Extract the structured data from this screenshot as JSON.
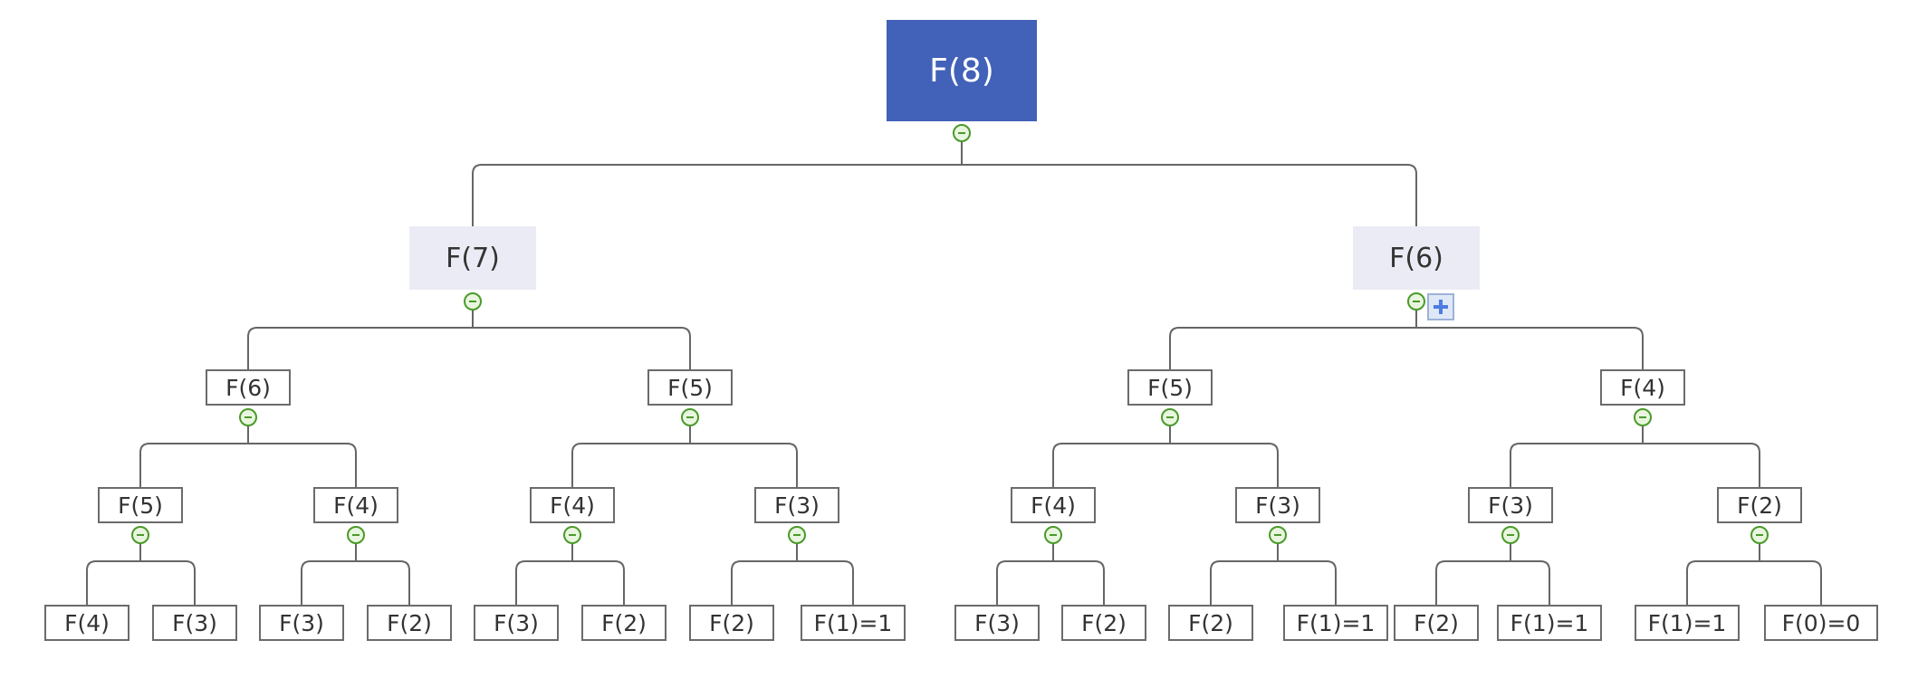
{
  "tree": {
    "label": "F(8)",
    "children": [
      {
        "label": "F(7)",
        "children": [
          {
            "label": "F(6)",
            "children": [
              {
                "label": "F(5)",
                "children": [
                  {
                    "label": "F(4)"
                  },
                  {
                    "label": "F(3)"
                  }
                ]
              },
              {
                "label": "F(4)",
                "children": [
                  {
                    "label": "F(3)"
                  },
                  {
                    "label": "F(2)"
                  }
                ]
              }
            ]
          },
          {
            "label": "F(5)",
            "children": [
              {
                "label": "F(4)",
                "children": [
                  {
                    "label": "F(3)"
                  },
                  {
                    "label": "F(2)"
                  }
                ]
              },
              {
                "label": "F(3)",
                "children": [
                  {
                    "label": "F(2)"
                  },
                  {
                    "label": "F(1)=1"
                  }
                ]
              }
            ]
          }
        ]
      },
      {
        "label": "F(6)",
        "children": [
          {
            "label": "F(5)",
            "children": [
              {
                "label": "F(4)",
                "children": [
                  {
                    "label": "F(3)"
                  },
                  {
                    "label": "F(2)"
                  }
                ]
              },
              {
                "label": "F(3)",
                "children": [
                  {
                    "label": "F(2)"
                  },
                  {
                    "label": "F(1)=1"
                  }
                ]
              }
            ]
          },
          {
            "label": "F(4)",
            "children": [
              {
                "label": "F(3)",
                "children": [
                  {
                    "label": "F(2)"
                  },
                  {
                    "label": "F(1)=1"
                  }
                ]
              },
              {
                "label": "F(2)",
                "children": [
                  {
                    "label": "F(1)=1"
                  },
                  {
                    "label": "F(0)=0"
                  }
                ]
              }
            ]
          }
        ]
      }
    ]
  },
  "colors": {
    "root_fill": "#4261b8",
    "branch_fill": "#ebebf5",
    "leaf_border": "#6b6b6b",
    "connector": "#666666",
    "toggle_green": "#4a9a2a",
    "add_blue": "#4d7de0"
  },
  "icons": {
    "collapse": "collapse-minus-icon",
    "add": "add-plus-icon"
  }
}
